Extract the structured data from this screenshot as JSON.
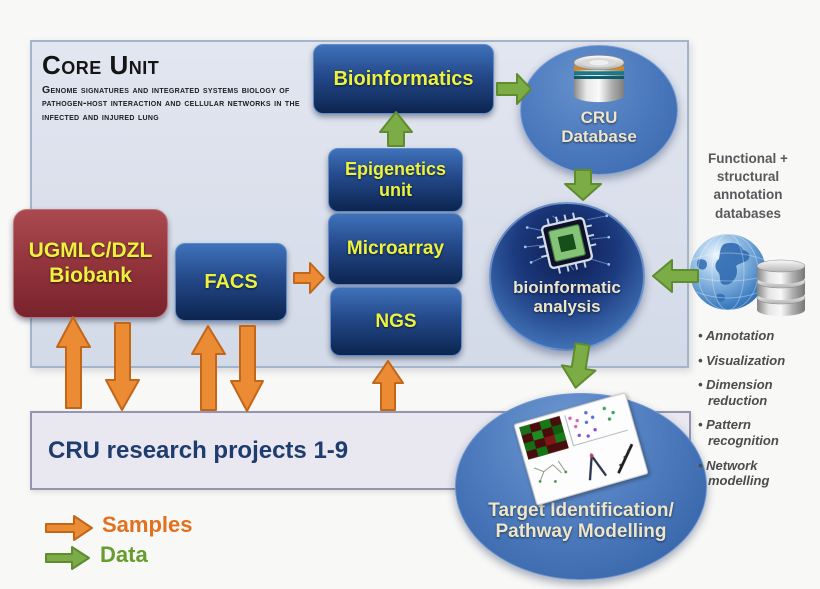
{
  "core_unit": {
    "title": "Core Unit",
    "subtitle": "Genome signatures and integrated systems biology of pathogen-host interaction and cellular networks in the infected and injured lung"
  },
  "nodes": {
    "bioinformatics": "Bioinformatics",
    "epigenetics_unit": "Epigenetics unit",
    "microarray": "Microarray",
    "ngs": "NGS",
    "facs": "FACS",
    "biobank": "UGMLC/DZL Biobank",
    "cru_database": "CRU Database",
    "bioinformatic_analysis": "bioinformatic analysis",
    "target": "Target Identification/ Pathway Modelling",
    "research_projects": "CRU research projects 1-9"
  },
  "annotation_panel": {
    "heading": "Functional + structural annotation databases",
    "bullets": [
      "Annotation",
      "Visualization",
      "Dimension reduction",
      "Pattern recognition",
      "Network modelling"
    ]
  },
  "legend": {
    "samples": "Samples",
    "data": "Data"
  },
  "icons": {
    "cru_database": "database-cylinder-icon",
    "bioinformatic_analysis": "microchip-icon",
    "annotation_databases": "globe-and-database-icon",
    "target": "analysis-charts-icon"
  },
  "colors": {
    "panel_fill": "#dde2ed",
    "node_blue_top": "#3f72ba",
    "node_blue_bottom": "#0c2550",
    "node_label_yellow": "#edf23e",
    "biobank_red": "#93343c",
    "circle_blue": "#4a78bc",
    "circle_label_cream": "#ede6cb",
    "samples_orange": "#eb8b33",
    "data_green": "#7cac45",
    "research_bar_fill": "#e9e8f1",
    "research_text_navy": "#1f3c6e"
  }
}
